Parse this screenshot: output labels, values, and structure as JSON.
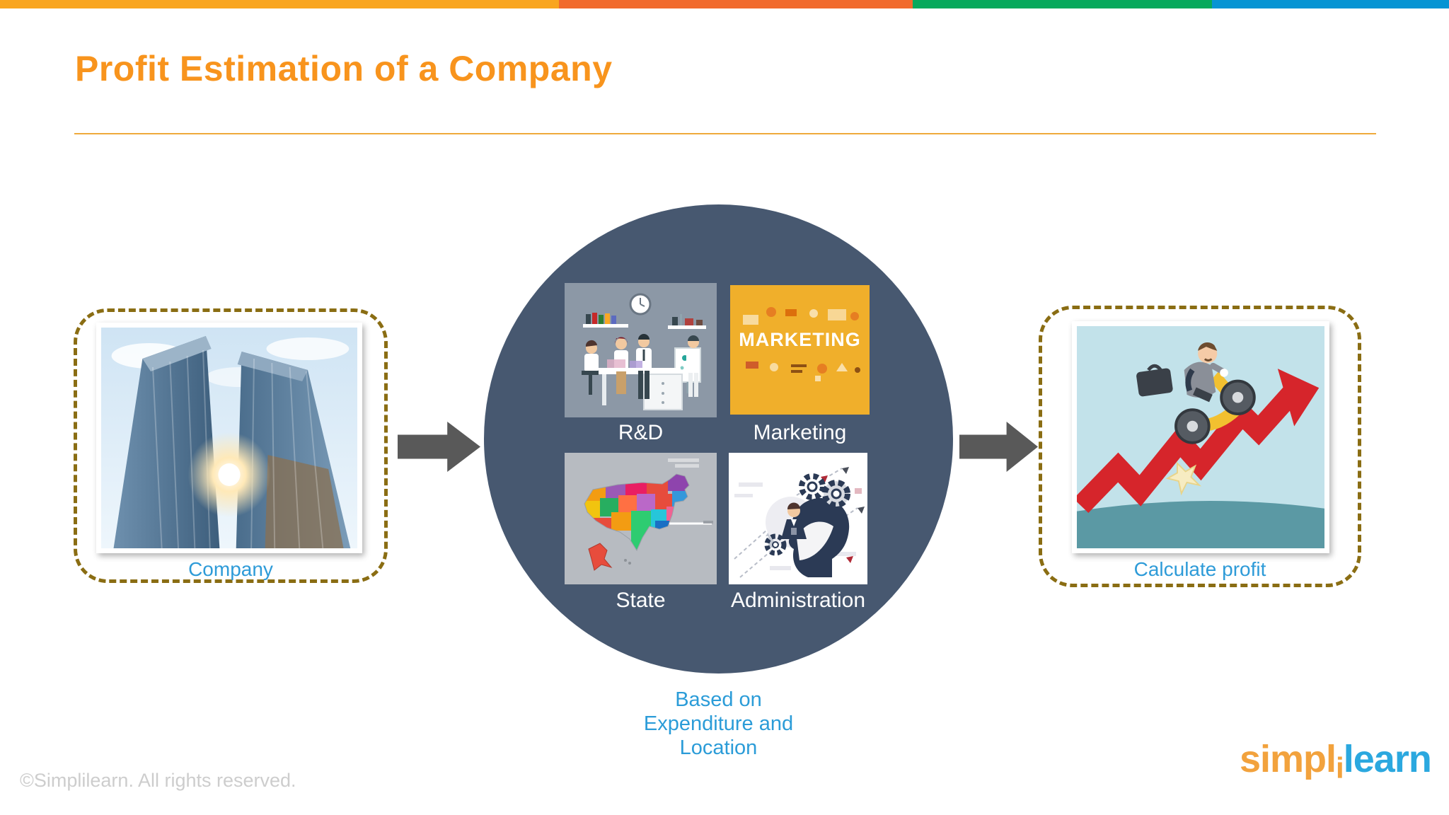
{
  "slide": {
    "title": "Profit Estimation of a Company",
    "footer": "©Simplilearn. All rights reserved.",
    "logo": {
      "part1": "simpl",
      "part2": "i",
      "part3": "learn"
    }
  },
  "top_bar": {
    "segment_colors": [
      "#F9A51F",
      "#F16A2D",
      "#07A95C",
      "#0694D3"
    ]
  },
  "colors": {
    "title_orange": "#F8941D",
    "label_blue": "#2B9CD8",
    "circle_background": "#475870",
    "dashed_border_olive": "#8A6D13",
    "arrow_grey": "#595959",
    "marketing_tile_yellow": "#F0AF2B"
  },
  "diagram": {
    "left_node": {
      "label": "Company"
    },
    "center": {
      "tiles": [
        {
          "label": "R&D"
        },
        {
          "label": "Marketing",
          "image_text": "MARKETING"
        },
        {
          "label": "State"
        },
        {
          "label": "Administration"
        }
      ],
      "caption_lines": [
        "Based on",
        "Expenditure and",
        "Location"
      ]
    },
    "right_node": {
      "label": "Calculate profit"
    }
  }
}
